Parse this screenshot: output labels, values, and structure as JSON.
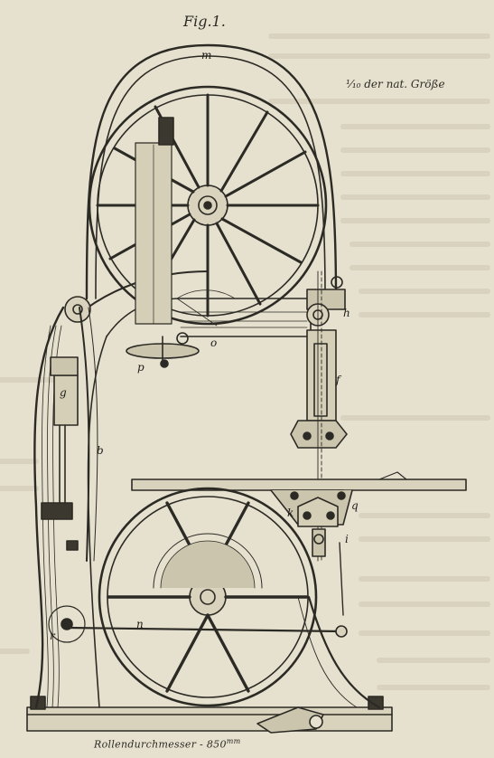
{
  "figure": {
    "title": "Fig.1.",
    "scale_note": "¹⁄₁₀ der nat. Größe",
    "caption_text": "Rollendurchmesser - 850",
    "caption_unit": "mm"
  },
  "labels": [
    {
      "id": "m",
      "text": "m"
    },
    {
      "id": "h",
      "text": "h"
    },
    {
      "id": "o",
      "text": "o"
    },
    {
      "id": "p",
      "text": "p"
    },
    {
      "id": "f",
      "text": "f"
    },
    {
      "id": "g",
      "text": "g"
    },
    {
      "id": "b",
      "text": "b"
    },
    {
      "id": "k",
      "text": "k"
    },
    {
      "id": "q",
      "text": "q"
    },
    {
      "id": "i",
      "text": "i"
    },
    {
      "id": "n",
      "text": "n"
    },
    {
      "id": "r",
      "text": "r"
    }
  ],
  "colors": {
    "paper": "#e6e1cf",
    "ink": "#2c2a24",
    "faded_text": "#c9c3ae"
  }
}
